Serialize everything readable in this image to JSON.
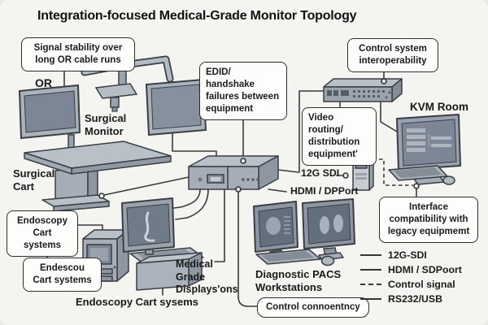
{
  "title": "Integration-focused Medical-Grade Monitor Topology",
  "callouts": {
    "signal_stability": "Signal stability over\nlong OR cable runs",
    "edid": "EDID/ handshake\nfailures between\nequipment",
    "control_system": "Control system\ninteroperability",
    "video_routing": "Video routing/\ndistribution\nequipment'",
    "interface_compat": "Interface\ncompatibility with\nlegacy equipmemt",
    "endoscopy_cart": "Endoscopy\nCart systems",
    "endescou_cart": "Endescou\nCart systems",
    "control_connectivity": "Control connoentncy"
  },
  "labels": {
    "or": "OR",
    "surgical_monitor": "Surgical\nMonitor",
    "surgical_cart": "Surgical\nCart",
    "kvm_room": "KVM Room",
    "sdi": "12G SDI",
    "hdmi": "HDMI / DPPort",
    "medical_grade": "Medical\nGrade\nDisplays'ons",
    "diagnostic_pacs": "Diagnostic PACS\nWorkstations",
    "endoscopy_caption": "Endoscopy Cart sysems"
  },
  "legend": {
    "items": [
      {
        "label": "12G-SDI",
        "style": "solid"
      },
      {
        "label": "HDMI / SDPoort",
        "style": "solid"
      },
      {
        "label": "Control signal",
        "style": "dashed"
      },
      {
        "label": "RS232/USB",
        "style": "solid"
      }
    ]
  },
  "colors": {
    "background": "#f4f4f1",
    "line": "#3a3a3a",
    "box_border": "#2d2d2d",
    "device_light": "#c2c8cf",
    "device_mid": "#a6adb7",
    "device_dark": "#8e96a1",
    "screen": "#7c8694"
  }
}
